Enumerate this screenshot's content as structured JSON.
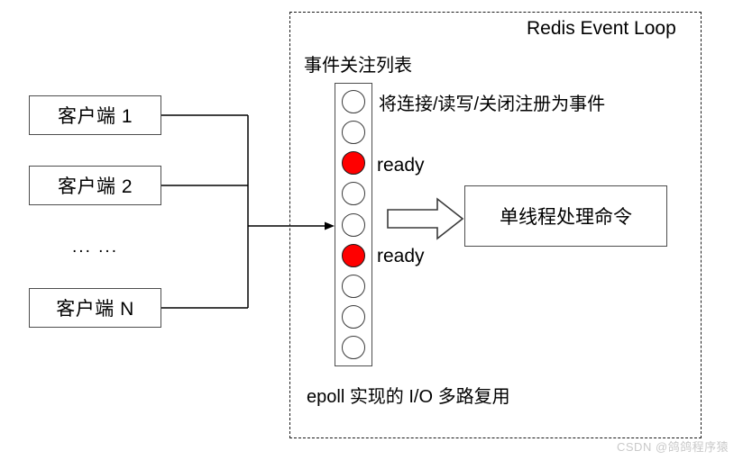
{
  "diagram": {
    "title": "Redis Event Loop",
    "clients": [
      {
        "label": "客户端 1"
      },
      {
        "label": "客户端 2"
      },
      {
        "label": "客户端 N"
      }
    ],
    "clients_ellipsis": "... ...",
    "event_list": {
      "heading": "事件关注列表",
      "register_note": "将连接/读写/关闭注册为事件",
      "dots": [
        {
          "state": "idle"
        },
        {
          "state": "idle"
        },
        {
          "state": "ready",
          "label": "ready"
        },
        {
          "state": "idle"
        },
        {
          "state": "idle"
        },
        {
          "state": "ready",
          "label": "ready"
        },
        {
          "state": "idle"
        },
        {
          "state": "idle"
        },
        {
          "state": "idle"
        }
      ],
      "ready_label_1": "ready",
      "ready_label_2": "ready"
    },
    "processor": {
      "label": "单线程处理命令"
    },
    "footer_note": "epoll 实现的 I/O 多路复用",
    "watermark": "CSDN @鸽鸽程序猿",
    "colors": {
      "ready_dot": "#ff0000",
      "box_border": "#4d4d4d",
      "dashed_border": "#1a1a1a",
      "background": "#ffffff"
    }
  }
}
